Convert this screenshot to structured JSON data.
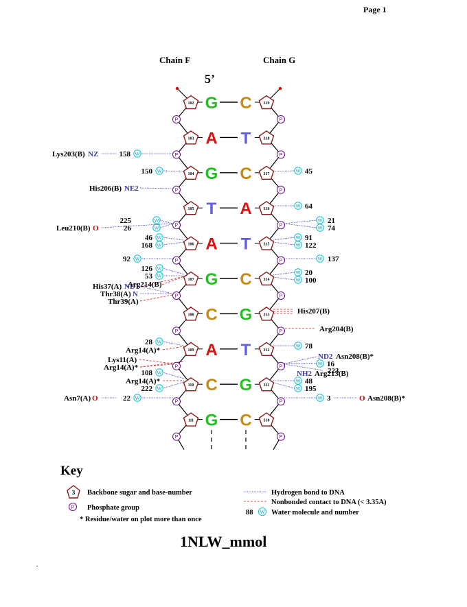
{
  "page_label": "Page 1",
  "chain_f": "Chain F",
  "chain_g": "Chain G",
  "five_prime": "5’",
  "footer_title": "1NLW_mmol",
  "stray_mark": ".",
  "colors": {
    "G": "#22c020",
    "C": "#c88a10",
    "A": "#e01010",
    "T": "#6060e0",
    "sugar": "#8b1a1a",
    "phosphate": "#6a0a8a",
    "water": "#00c0d8",
    "hbond": "#3030c0",
    "contact": "#d02020"
  },
  "pairs": [
    {
      "left": "G",
      "right": "C",
      "left_num": "102",
      "right_num": "319"
    },
    {
      "left": "A",
      "right": "T",
      "left_num": "103",
      "right_num": "318"
    },
    {
      "left": "G",
      "right": "C",
      "left_num": "104",
      "right_num": "317"
    },
    {
      "left": "T",
      "right": "A",
      "left_num": "105",
      "right_num": "316"
    },
    {
      "left": "A",
      "right": "T",
      "left_num": "106",
      "right_num": "315"
    },
    {
      "left": "G",
      "right": "C",
      "left_num": "107",
      "right_num": "314"
    },
    {
      "left": "C",
      "right": "G",
      "left_num": "108",
      "right_num": "313"
    },
    {
      "left": "A",
      "right": "T",
      "left_num": "109",
      "right_num": "312"
    },
    {
      "left": "C",
      "right": "G",
      "left_num": "110",
      "right_num": "311"
    },
    {
      "left": "G",
      "right": "C",
      "left_num": "111",
      "right_num": "310"
    }
  ],
  "phosphate_letter": "P",
  "water_letter": "W",
  "residues": {
    "lys203": {
      "res": "Lys203(B)",
      "atom": "NZ"
    },
    "his206": {
      "res": "His206(B)",
      "atom": "NE2"
    },
    "leu210": {
      "res": "Leu210(B)",
      "atom": "O"
    },
    "his37": {
      "res": "His37(A)",
      "atom": "ND1"
    },
    "arg214": {
      "res": "Arg214(B)"
    },
    "thr38": {
      "res": "Thr38(A)",
      "atom": "N"
    },
    "thr39": {
      "res": "Thr39(A)"
    },
    "his207": {
      "res": "His207(B)"
    },
    "arg204": {
      "res": "Arg204(B)"
    },
    "arg14a": {
      "res": "Arg14(A)*"
    },
    "lys11": {
      "res": "Lys11(A)"
    },
    "arg14b": {
      "res": "Arg14(A)*"
    },
    "arg14c": {
      "res": "Arg14(A)*"
    },
    "asn208a": {
      "res": "Asn208(B)*",
      "atom": "ND2"
    },
    "arg213": {
      "res": "Arg213(B)",
      "atom": "NH2"
    },
    "asn7": {
      "res": "Asn7(A)",
      "atom": "O"
    },
    "asn208b": {
      "res": "Asn208(B)*",
      "atom": "O"
    }
  },
  "waters": {
    "w158": "158",
    "w150": "150",
    "w45": "45",
    "w64": "64",
    "w225": "225",
    "w26": "26",
    "w21": "21",
    "w74": "74",
    "w46": "46",
    "w168": "168",
    "w91": "91",
    "w122": "122",
    "w92": "92",
    "w137": "137",
    "w126": "126",
    "w53": "53",
    "w20": "20",
    "w100": "100",
    "w28": "28",
    "w78": "78",
    "w108": "108",
    "w16": "16",
    "w223": "223",
    "w48": "48",
    "w222": "222",
    "w195": "195",
    "w22": "22",
    "w3": "3"
  },
  "key": {
    "title": "Key",
    "sugar_num": "3",
    "sugar_label": "Backbone sugar and base-number",
    "phosphate_label": "Phosphate group",
    "star_label": "* Residue/water on plot more than once",
    "hbond_label": "Hydrogen bond to DNA",
    "contact_label": "Nonbonded contact to DNA (< 3.35A)",
    "water_num": "88",
    "water_label": "Water molecule and number"
  }
}
